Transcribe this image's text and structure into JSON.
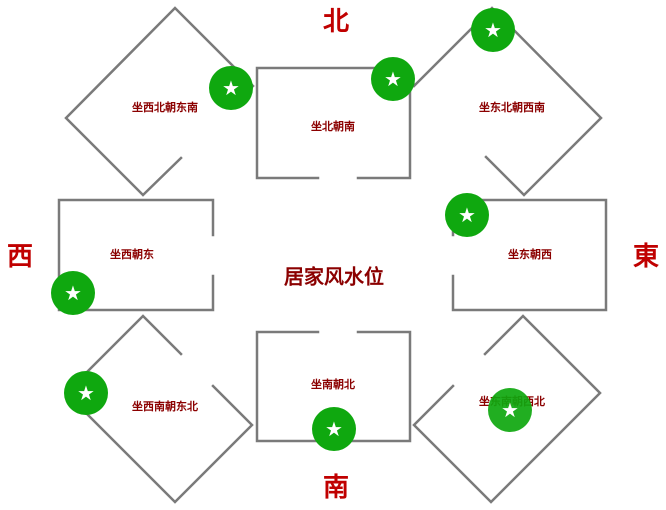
{
  "title": "居家风水位",
  "directions": {
    "north": "北",
    "south": "南",
    "east": "東",
    "west": "西"
  },
  "rooms": {
    "north": "坐北朝南",
    "south": "坐南朝北",
    "east": "坐东朝西",
    "west": "坐西朝东",
    "northwest": "坐西北朝东南",
    "northeast": "坐东北朝西南",
    "southwest": "坐西南朝东北",
    "southeast": "坐东南朝西北"
  },
  "badge": {
    "symbol": "★",
    "color": "#0fa80f",
    "icon": "star-icon"
  },
  "colors": {
    "label": "#8b0000",
    "direction": "#c00000",
    "wall": "#7a7a7a"
  }
}
